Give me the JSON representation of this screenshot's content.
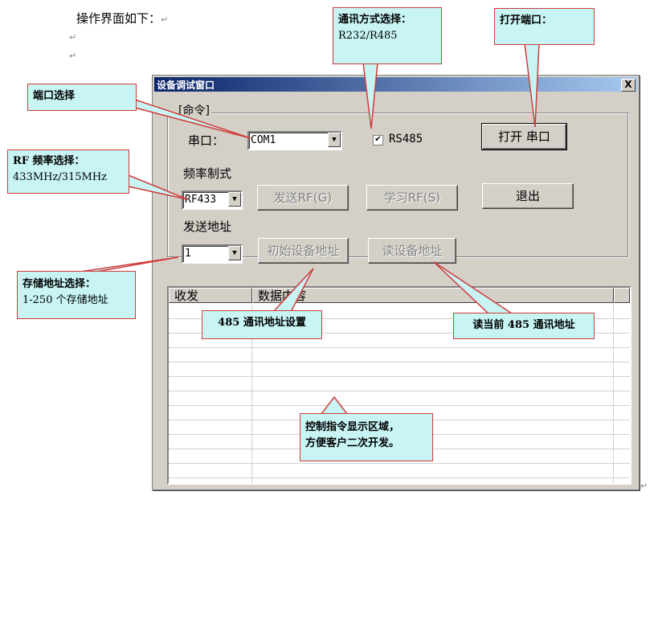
{
  "document": {
    "intro_text": "操作界面如下：",
    "para_mark": "↵"
  },
  "dialog": {
    "title": "设备调试窗口",
    "close_label": "X",
    "group_label": "[命令]",
    "port_label": "串口：",
    "port_value": "COM1",
    "rs485_label": "RS485",
    "rs485_checked": "✔",
    "open_button": "打开 串口",
    "freq_label": "频率制式",
    "freq_value": "RF433",
    "send_rf_button": "发送RF(G)",
    "learn_rf_button": "学习RF(S)",
    "exit_button": "退出",
    "addr_label": "发送地址",
    "addr_value": "1",
    "init_addr_button": "初始设备地址",
    "read_addr_button": "读设备地址",
    "list_headers": [
      "收发",
      "数据内容"
    ]
  },
  "callouts": {
    "comm_mode_title": "通讯方式选择：",
    "comm_mode_value": "R232/R485",
    "open_port": "打开端口：",
    "port_select": "端口选择",
    "rf_freq_title": "RF 频率选择：",
    "rf_freq_value": "433MHz/315MHz",
    "storage_title": "存储地址选择：",
    "storage_value": "1-250 个存储地址",
    "addr_485_set": "485 通讯地址设置",
    "read_485_addr": "读当前 485 通讯地址",
    "control_display_1": "控制指令显示区域，",
    "control_display_2": "方便客户二次开发。"
  },
  "colors": {
    "callout_fill": "#c8f4f4",
    "callout_border": "#d23a3a",
    "dialog_bg": "#d4d0c8",
    "title_start": "#0a246a"
  }
}
